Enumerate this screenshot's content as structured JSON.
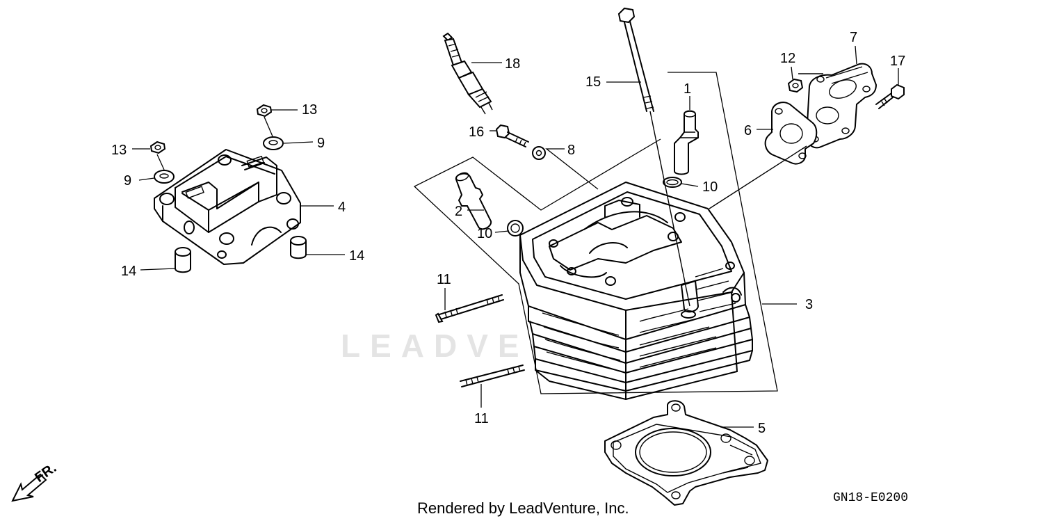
{
  "diagram": {
    "callouts": [
      "1",
      "2",
      "3",
      "4",
      "5",
      "6",
      "7",
      "8",
      "9",
      "9",
      "10",
      "10",
      "11",
      "11",
      "12",
      "13",
      "13",
      "14",
      "14",
      "15",
      "16",
      "17",
      "18"
    ],
    "watermark": "LEADVE",
    "credit": "Rendered by LeadVenture, Inc.",
    "drawing_code": "GN18-E0200",
    "direction_label": "FR."
  }
}
